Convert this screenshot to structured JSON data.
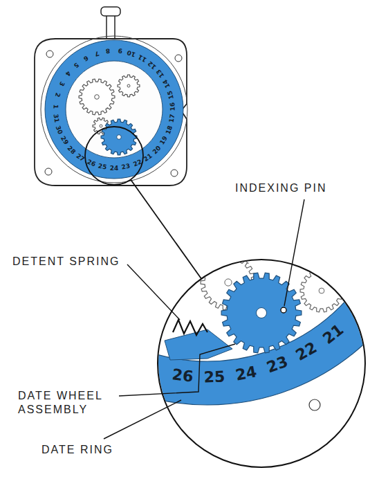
{
  "diagram": {
    "labels": [
      "INDEXING PIN",
      "DETENT SPRING",
      "DATE WHEEL ASSEMBLY",
      "DATE RING",
      "1",
      "2",
      "3",
      "4",
      "5",
      "6",
      "7",
      "8",
      "9",
      "10",
      "11",
      "12",
      "13",
      "14",
      "15",
      "16",
      "17",
      "18",
      "19",
      "20",
      "21",
      "22",
      "23",
      "24",
      "25",
      "26",
      "27",
      "28",
      "29",
      "30",
      "31",
      "26",
      "25",
      "24",
      "23",
      "22",
      "21"
    ]
  }
}
